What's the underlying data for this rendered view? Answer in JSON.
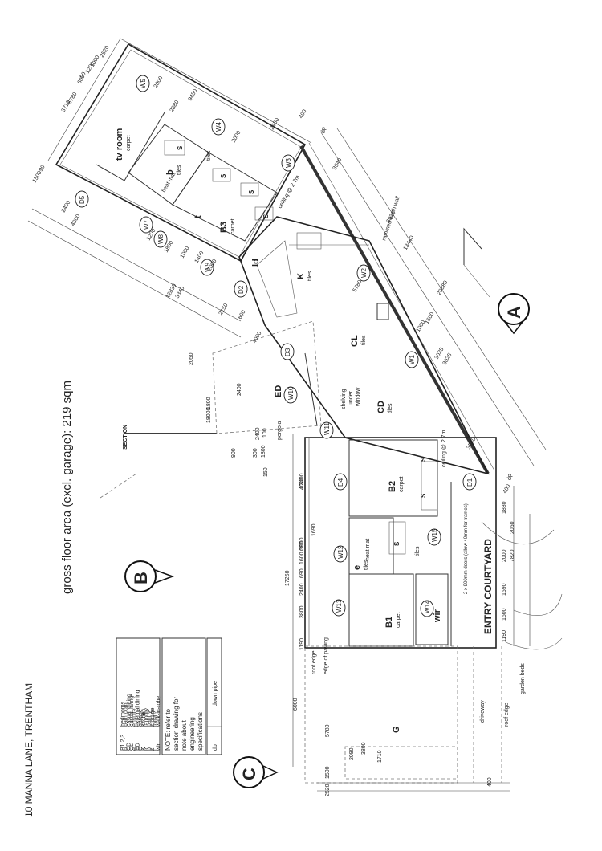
{
  "title": "10 MANNA LANE, TRENTHAM",
  "area_note": "gross floor area (excl. garage):  219 sqm",
  "legend": [
    {
      "code": "B1,2,3..",
      "label": "bedrooms"
    },
    {
      "code": "b",
      "label": "bathroom"
    },
    {
      "code": "CD",
      "label": "casual dining"
    },
    {
      "code": "CL",
      "label": "casual living"
    },
    {
      "code": "e",
      "label": "ensuite"
    },
    {
      "code": "ED",
      "label": "external dining"
    },
    {
      "code": "G",
      "label": "garage"
    },
    {
      "code": "K",
      "label": "kitchen"
    },
    {
      "code": "ld",
      "label": "laundry"
    },
    {
      "code": "p",
      "label": "pantry"
    },
    {
      "code": "s",
      "label": "storage"
    },
    {
      "code": "t",
      "label": "toilet"
    },
    {
      "code": "wir",
      "label": "walk-in-robe"
    }
  ],
  "note_lines": [
    "NOTE: refer to",
    "section drawing for",
    "note about",
    "engineering",
    "specifications"
  ],
  "downpipe": {
    "code": "dp",
    "label": "down pipe"
  },
  "markers": {
    "a": "A",
    "b": "B",
    "c": "C"
  },
  "section_label": "SECTION",
  "rooms": {
    "tv_room": "tv room",
    "tv_floor": "carpet",
    "b": "b",
    "b_floor": "tiles",
    "b3": "B3",
    "b3_floor": "carpet",
    "t": "t",
    "ld": "ld",
    "k": "K",
    "k_floor": "tiles",
    "cl": "CL",
    "cl_floor": "tiles",
    "cd": "CD",
    "cd_floor": "tiles",
    "ed": "ED",
    "b2": "B2",
    "b2_floor": "carpet",
    "b1": "B1",
    "b1_floor": "carpet",
    "e": "e",
    "e_floor": "tiles",
    "wir": "wir",
    "g": "G",
    "entry": "ENTRY COURTYARD",
    "tiles": "tiles",
    "s": "S"
  },
  "tags": {
    "windows": [
      "W1",
      "W2",
      "W3",
      "W4",
      "W5",
      "W7",
      "W8",
      "W9",
      "W10",
      "W11",
      "W12",
      "W13",
      "W14",
      "W15"
    ],
    "doors": [
      "D1",
      "D2",
      "D3",
      "D4",
      "D5"
    ]
  },
  "annotations": {
    "shelving": [
      "shelving",
      "under",
      "window"
    ],
    "ceiling": "ceiling @ 2.7m",
    "heat_mat": "heat mat",
    "driveway": "driveway",
    "roof_edge": "roof edge",
    "edge_paving": "edge of paving",
    "garden_beds": "garden beds",
    "pergola": "pergola",
    "dp": "dp",
    "rammed_wall": "rammed earth wall",
    "doors_note": "2 x 900mm doors (allow 40mm for frames)"
  },
  "dims": {
    "top": [
      "5780",
      "3710",
      "600",
      "90",
      "1200",
      "1000",
      "2520",
      "1500",
      "90"
    ],
    "middle": [
      "2000",
      "2880",
      "2450",
      "400",
      "2000",
      "9480",
      "4000",
      "2400",
      "1200",
      "1800",
      "1000",
      "1400",
      "2000",
      "3340",
      "12830",
      "2150",
      "600",
      "5780",
      "4000"
    ],
    "right": [
      "3540",
      "3025",
      "3025",
      "3025",
      "3540",
      "13440",
      "20880",
      "1000",
      "1600",
      "400"
    ],
    "bottom": [
      "17260",
      "6000",
      "3800",
      "2400",
      "690",
      "1600",
      "690",
      "3000",
      "4010",
      "2400",
      "1190",
      "1500",
      "5780",
      "2520",
      "400",
      "3800",
      "2090",
      "1710",
      "1880",
      "2050",
      "7820",
      "2000",
      "1590",
      "1600",
      "1190",
      "18000",
      "2400",
      "2400",
      "1800",
      "100",
      "300",
      "150",
      "2050",
      "900",
      "1800",
      "1690"
    ]
  }
}
